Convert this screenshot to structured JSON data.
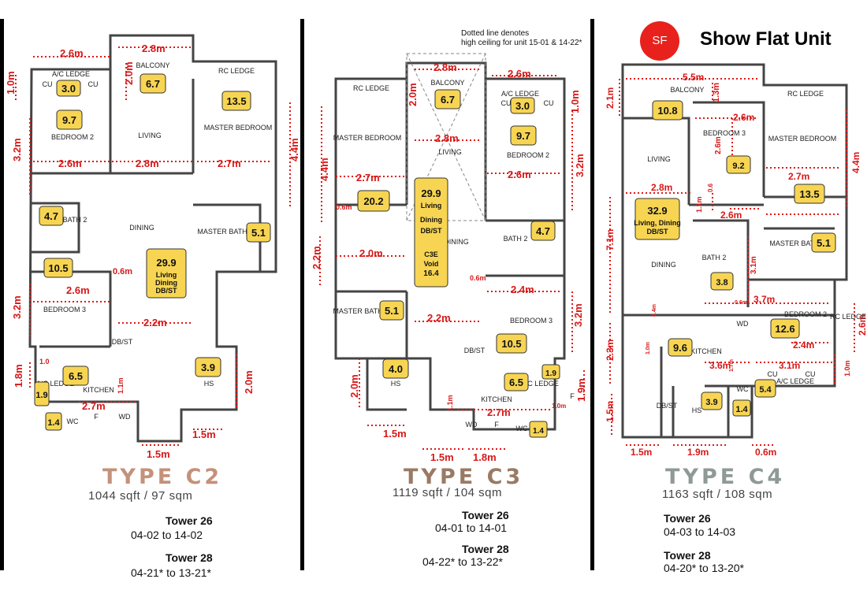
{
  "badge": {
    "short": "SF",
    "label": "Show Flat Unit"
  },
  "colors": {
    "wall": "#444444",
    "dim": "#e11818",
    "area_fill": "#f7d553",
    "c2": "#c4917a",
    "c3": "#9a7a64",
    "c4": "#8f9a96"
  },
  "units": [
    {
      "type": "TYPE C2",
      "area": "1044 sqft / 97 sqm",
      "towers": [
        {
          "name": "Tower 26",
          "range": "04-02 to 14-02"
        },
        {
          "name": "Tower 28",
          "range": "04-21* to 13-21*"
        }
      ],
      "rooms": [
        "BALCONY",
        "A/C LEDGE",
        "CU",
        "CU",
        "RC LEDGE",
        "MASTER BEDROOM",
        "BEDROOM 2",
        "LIVING",
        "BATH 2",
        "DINING",
        "MASTER BATH",
        "BEDROOM 3",
        "DB/ST",
        "HS",
        "KITCHEN",
        "A/C LEDGE",
        "WC",
        "F",
        "WD"
      ],
      "areas": [
        "6.7",
        "3.0",
        "13.5",
        "9.7",
        "4.7",
        "5.1",
        "29.9",
        "Living",
        "Dining",
        "DB/ST",
        "10.5",
        "3.9",
        "6.5",
        "1.9",
        "1.4"
      ],
      "dims": [
        "2.6m",
        "2.8m",
        "2.0m",
        "1.0m",
        "3.2m",
        "2.6m",
        "2.8m",
        "2.7m",
        "4.4m",
        "0.6m",
        "2.6m",
        "3.2m",
        "2.2m",
        "1.8m",
        "1.0",
        "1.1m",
        "2.7m",
        "2.0m",
        "1.5m",
        "1.5m"
      ]
    },
    {
      "type": "TYPE C3",
      "area": "1119 sqft / 104 sqm",
      "towers": [
        {
          "name": "Tower 26",
          "range": "04-01 to 14-01"
        },
        {
          "name": "Tower 28",
          "range": "04-22* to 13-22*"
        }
      ],
      "note": [
        "Dotted line denotes",
        "high ceiling for unit 15-01 & 14-22*"
      ],
      "rooms": [
        "RC LEDGE",
        "BALCONY",
        "A/C LEDGE",
        "CU",
        "CU",
        "MASTER BEDROOM",
        "LIVING",
        "BEDROOM 2",
        "DINING",
        "BATH 2",
        "MASTER BATH",
        "BEDROOM 3",
        "DB/ST",
        "HS",
        "KITCHEN",
        "AC LEDGE",
        "WD",
        "F",
        "WC",
        "F"
      ],
      "areas": [
        "6.7",
        "3.0",
        "9.7",
        "20.2",
        "29.9",
        "Living",
        "Dining",
        "DB/ST",
        "C3E",
        "Void",
        "16.4",
        "4.7",
        "5.1",
        "10.5",
        "4.0",
        "6.5",
        "1.9",
        "1.4"
      ],
      "dims": [
        "2.8m",
        "2.6m",
        "2.0m",
        "1.0m",
        "2.8m",
        "4.4m",
        "2.7m",
        "2.6m",
        "3.2m",
        "0.6m",
        "2.2m",
        "2.0m",
        "0.6m",
        "2.4m",
        "2.2m",
        "3.2m",
        "2.0m",
        "1.9m",
        "1.1m",
        "2.7m",
        "1.0m",
        "1.5m",
        "1.5m",
        "1.8m"
      ]
    },
    {
      "type": "TYPE C4",
      "area": "1163 sqft / 108 sqm",
      "towers": [
        {
          "name": "Tower 26",
          "range": "04-03 to 14-03"
        },
        {
          "name": "Tower 28",
          "range": "04-20* to 13-20*"
        }
      ],
      "rooms": [
        "BALCONY",
        "RC LEDGE",
        "BEDROOM 3",
        "MASTER BEDROOM",
        "LIVING",
        "DINING",
        "BATH 2",
        "MASTER BATH",
        "BEDROOM 2",
        "RC LEDGE",
        "WD",
        "KITCHEN",
        "DB/ST",
        "HS",
        "WC",
        "A/C LEDGE",
        "CU",
        "CU"
      ],
      "areas": [
        "10.8",
        "9.2",
        "13.5",
        "32.9",
        "Living, Dining",
        "DB/ST",
        "5.1",
        "3.8",
        "12.6",
        "9.6",
        "3.9",
        "1.4",
        "5.4"
      ],
      "dims": [
        "5.5m",
        "2.1m",
        "1.3m",
        "2.6m",
        "2.6m",
        "4.4m",
        "2.7m",
        "2.8m",
        "0.6",
        "1.1m",
        "2.6m",
        "7.1m",
        "3.1m",
        "0.4m",
        "3.7m",
        "0.6m",
        "2.4m",
        "2.6m",
        "2.3m",
        "1.0m",
        "1.7m",
        "3.6m",
        "3.1m",
        "1.0m",
        "1.5m",
        "1.5m",
        "1.9m",
        "0.6m"
      ]
    }
  ]
}
